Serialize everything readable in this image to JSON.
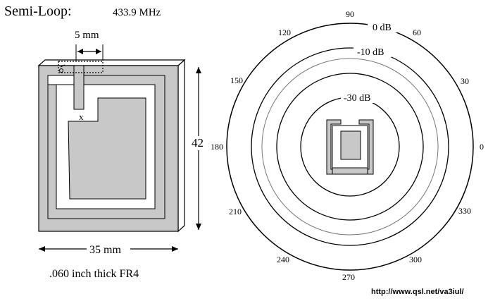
{
  "header": {
    "title": "Semi-Loop:",
    "frequency": "433.9 MHz"
  },
  "antenna": {
    "gap_dimension": "5 mm",
    "height_dimension": "42",
    "width_dimension": "35 mm",
    "feed_marker": "x",
    "board_caption": ".060 inch thick  FR4"
  },
  "polar": {
    "angle_labels": [
      "90",
      "60",
      "30",
      "0",
      "330",
      "300",
      "270",
      "240",
      "210",
      "180",
      "150",
      "120"
    ],
    "db_labels": [
      "0 dB",
      "-10 dB",
      "-30 dB"
    ]
  },
  "footer": {
    "url": "http://www.qsl.net/va3iul/"
  },
  "colors": {
    "ink": "#000000",
    "fill_grey": "#c8c8c8",
    "paper": "#ffffff"
  }
}
